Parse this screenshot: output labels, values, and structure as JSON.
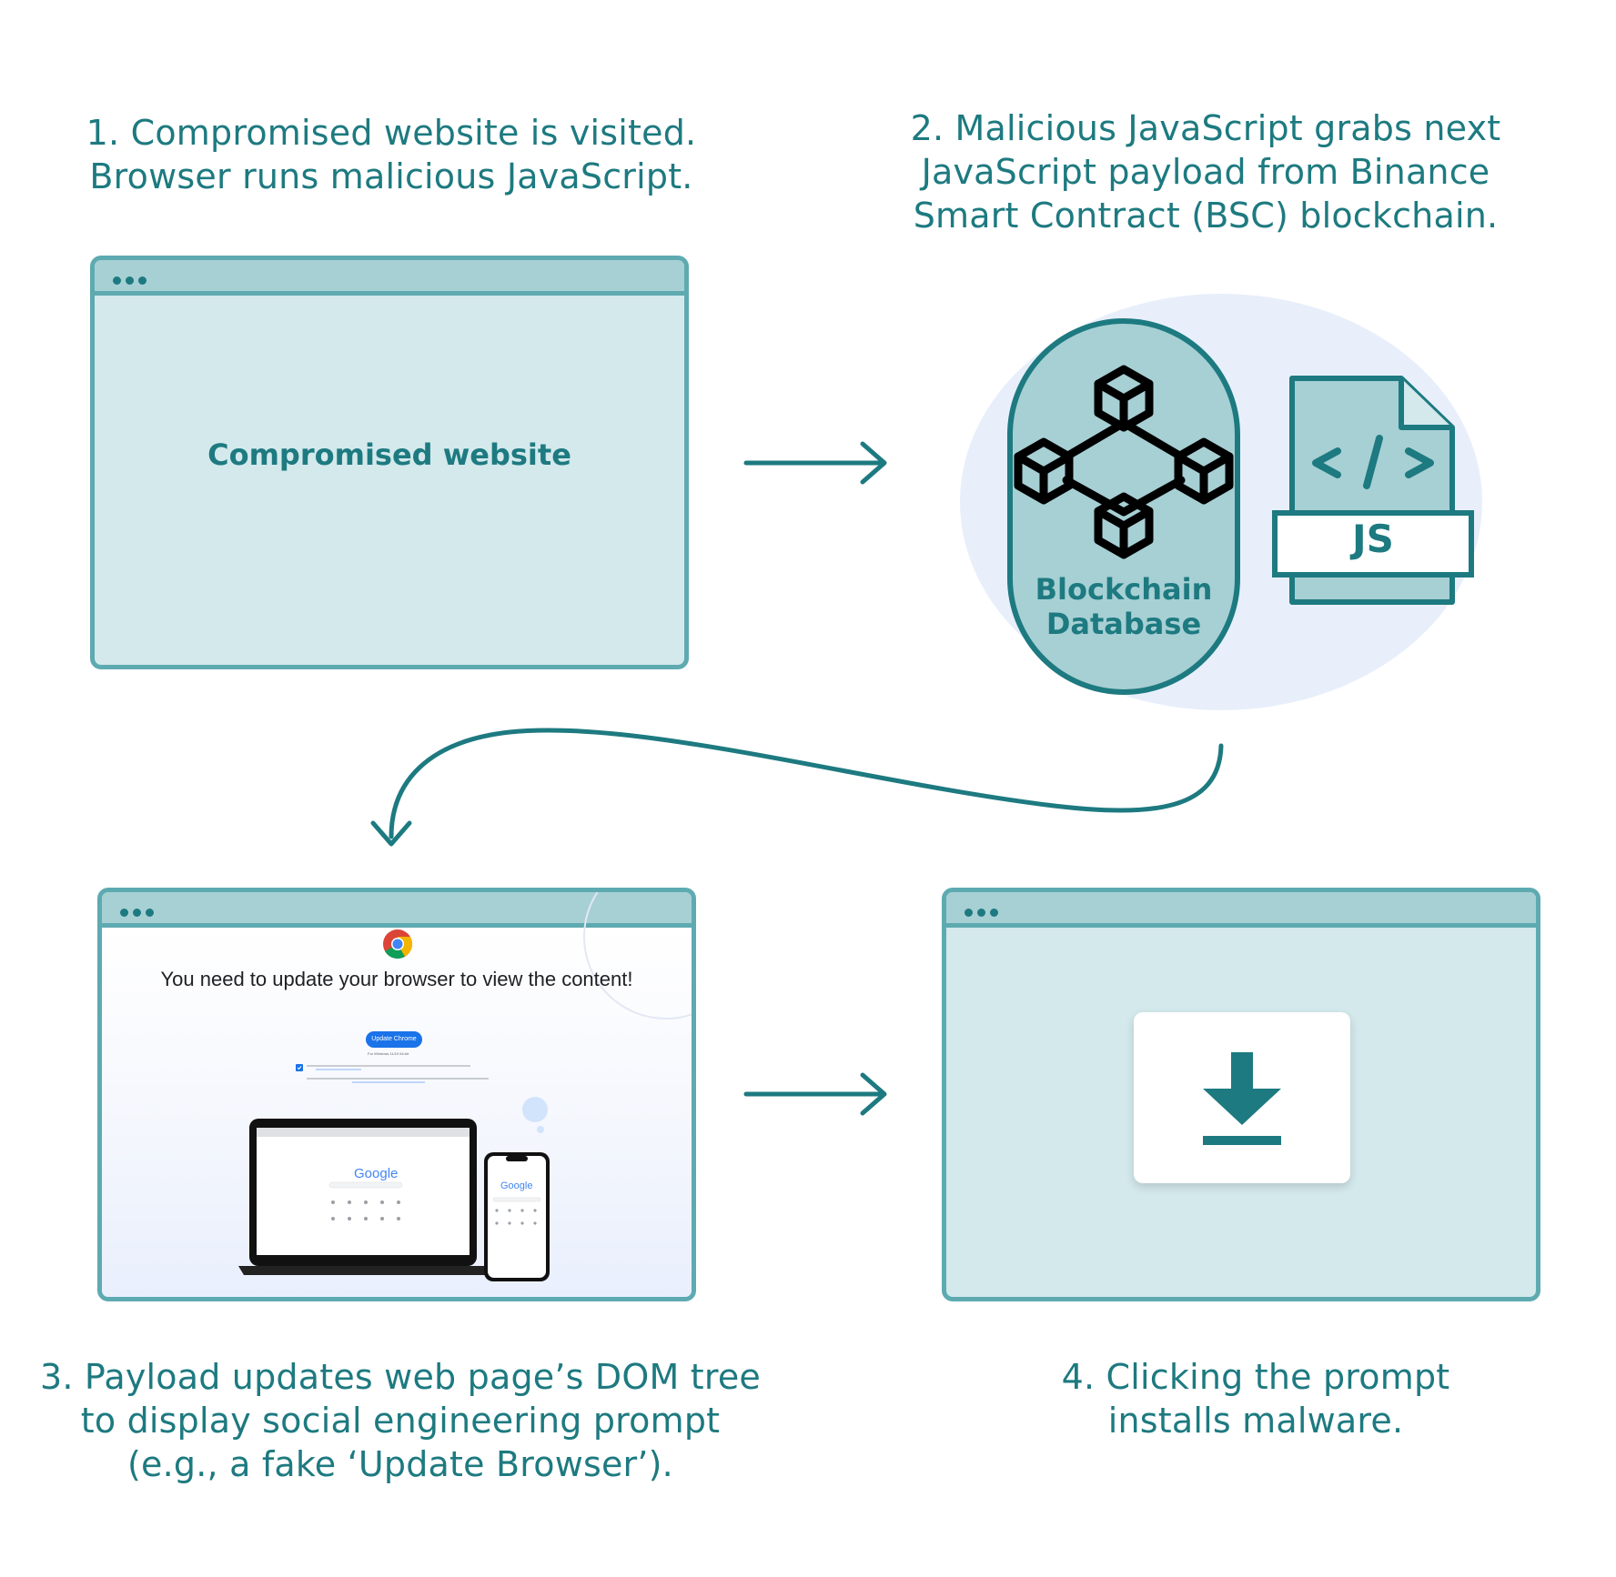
{
  "steps": {
    "step1": {
      "line1": "1. Compromised website is visited.",
      "line2": "Browser runs malicious JavaScript."
    },
    "step2": {
      "line1": "2. Malicious JavaScript grabs next",
      "line2": "JavaScript payload from Binance",
      "line3": "Smart Contract (BSC) blockchain."
    },
    "step3": {
      "line1": "3. Payload updates web page’s DOM tree",
      "line2": "to display social engineering prompt",
      "line3": "(e.g., a fake ‘Update Browser’)."
    },
    "step4": {
      "line1": "4. Clicking the prompt",
      "line2": "installs malware."
    }
  },
  "browser1": {
    "content_label": "Compromised website"
  },
  "blockchain": {
    "label_line1": "Blockchain",
    "label_line2": "Database"
  },
  "js_file": {
    "code_symbol": "</>",
    "label": "JS"
  },
  "fake_update": {
    "message": "You need to update your browser to view the content!",
    "button_label": "Update Chrome",
    "platform_note": "For Windows 11/10 64-bit",
    "logo_text": "Google"
  },
  "colors": {
    "teal_text": "#1d7a80",
    "browser_border": "#5eaab1",
    "browser_fill": "#d3e9ec",
    "browser_bar": "#a7d0d4",
    "cloud": "#e8effb",
    "chrome_button": "#1a73e8"
  },
  "icons": [
    "blockchain-network-icon",
    "js-file-icon",
    "chrome-logo-icon",
    "download-icon",
    "arrow-right-icon",
    "curved-arrow-icon"
  ]
}
